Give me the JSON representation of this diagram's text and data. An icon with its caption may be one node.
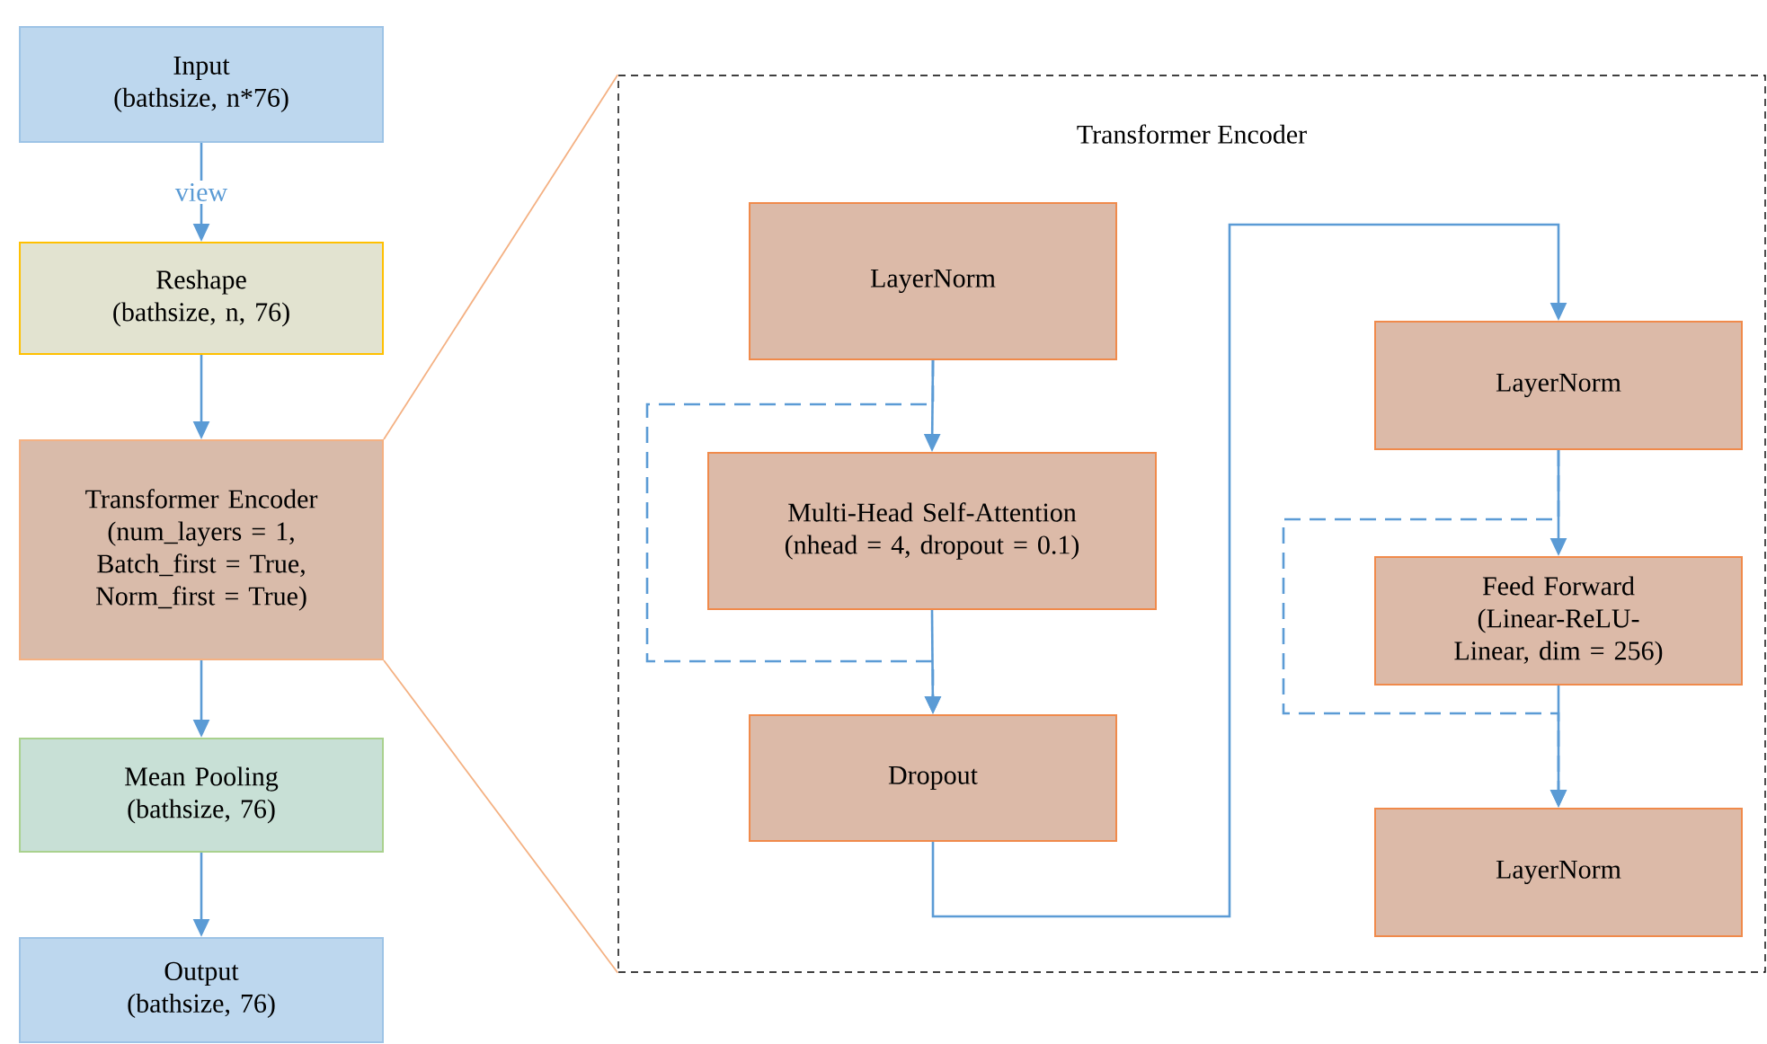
{
  "diagram": {
    "nodes": [
      {
        "text": [
          "Input",
          "(bathsize, n*76)"
        ]
      },
      {
        "text": [
          "Reshape",
          "(bathsize, n, 76)"
        ]
      },
      {
        "text": [
          "Transformer Encoder",
          "(num_layers = 1, Batch_first = True, Norm_first = True)"
        ]
      },
      {
        "text": [
          "Mean Pooling",
          "(bathsize, 76)"
        ]
      },
      {
        "text": [
          "Output",
          "(bathsize, 76)"
        ]
      },
      {
        "text": [
          "Transformer Encoder"
        ]
      },
      {
        "text": [
          "LayerNorm"
        ],
        "in": 5
      },
      {
        "text": [
          "Multi-Head Self-Attention",
          "(nhead = 4, dropout = 0.1)"
        ],
        "in": 5
      },
      {
        "text": [
          "Dropout"
        ],
        "in": 5
      },
      {
        "text": [
          "LayerNorm"
        ],
        "in": 5
      },
      {
        "text": [
          "Feed Forward",
          "(Linear-ReLU-Linear, dim = 256)"
        ],
        "in": 5
      },
      {
        "text": [
          "LayerNorm"
        ],
        "in": 5
      }
    ],
    "edges": [
      {
        "from": 0,
        "to": 1,
        "arrow": "to",
        "label": "view"
      },
      {
        "from": 1,
        "to": 2,
        "arrow": "to"
      },
      {
        "from": 2,
        "to": 3,
        "arrow": "to"
      },
      {
        "from": 3,
        "to": 4,
        "arrow": "to"
      },
      {
        "from": 2,
        "to": 5,
        "arrow": "none",
        "color": "#f4b183"
      },
      {
        "from": 2,
        "to": 5,
        "arrow": "none",
        "color": "#f4b183"
      },
      {
        "from": 6,
        "to": 7,
        "arrow": "to"
      },
      {
        "from": 6,
        "to": 8,
        "arrow": "to",
        "style": "dashed"
      },
      {
        "from": 7,
        "to": 8,
        "arrow": "to"
      },
      {
        "from": 8,
        "to": 9,
        "arrow": "to"
      },
      {
        "from": 9,
        "to": 10,
        "arrow": "to"
      },
      {
        "from": 9,
        "to": 11,
        "arrow": "to",
        "style": "dashed"
      },
      {
        "from": 10,
        "to": 11,
        "arrow": "to"
      }
    ]
  }
}
